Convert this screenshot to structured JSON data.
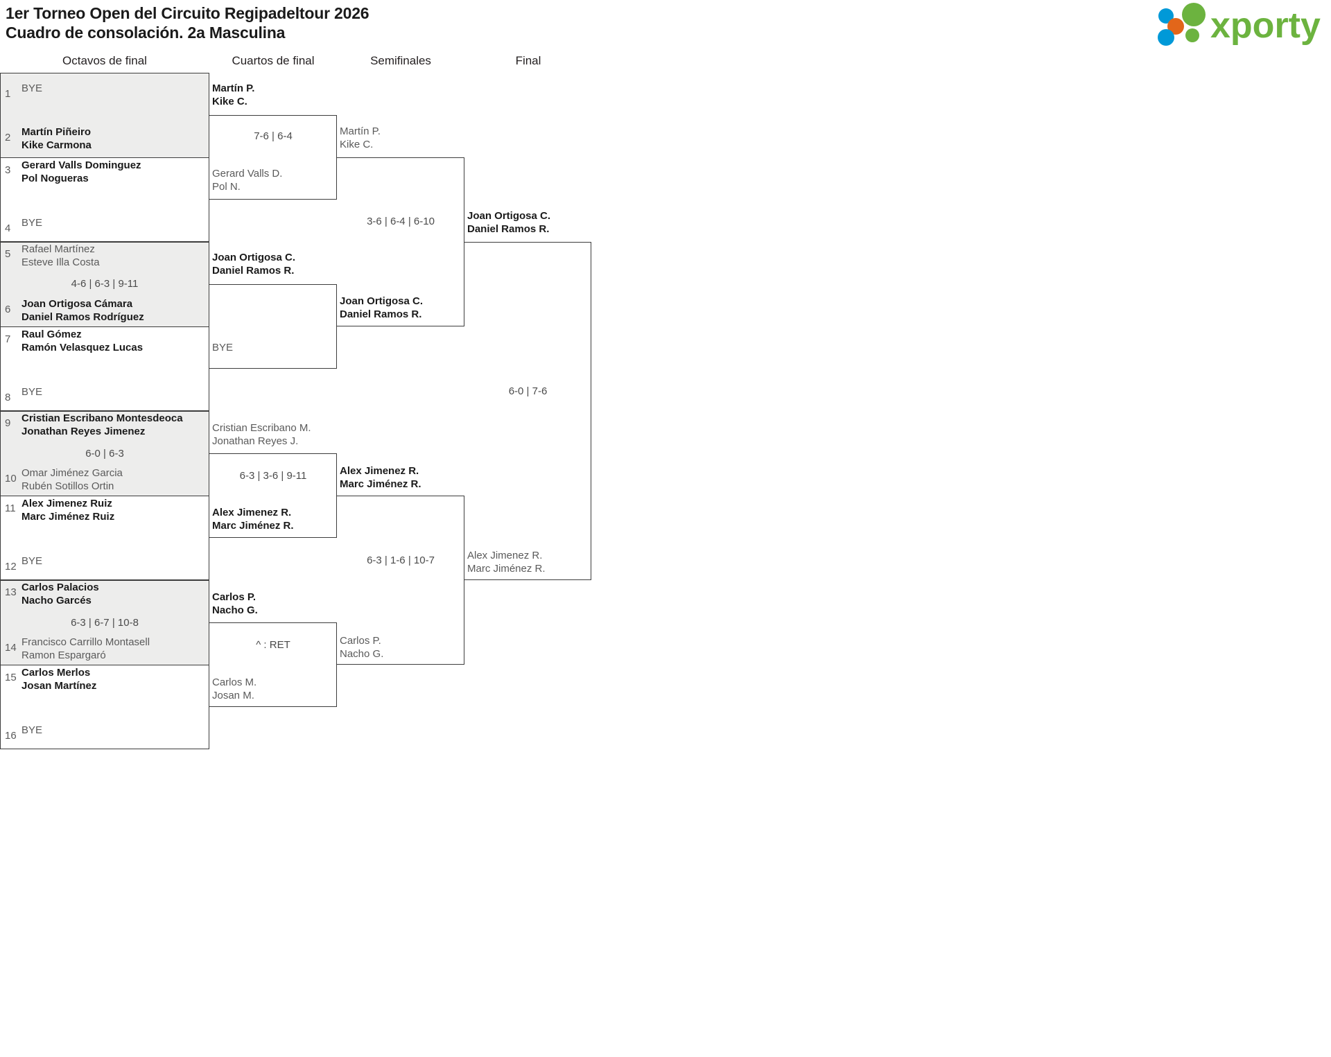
{
  "header": {
    "title_line1": "1er Torneo Open del Circuito Regipadeltour 2026",
    "title_line2": "Cuadro de consolación. 2a Masculina",
    "logo_text": "xporty",
    "logo_colors": {
      "green": "#6cb33f",
      "blue": "#0099d8",
      "orange": "#e2661a"
    }
  },
  "rounds": [
    {
      "label": "Octavos de final"
    },
    {
      "label": "Cuartos de final"
    },
    {
      "label": "Semifinales"
    },
    {
      "label": "Final"
    }
  ],
  "r16": [
    {
      "seed": "1",
      "bye": true,
      "bye_label": "BYE",
      "p1": "",
      "p2": "",
      "winner": false
    },
    {
      "seed": "2",
      "bye": false,
      "p1": "Martín Piñeiro",
      "p2": "Kike Carmona",
      "winner": true
    },
    {
      "seed": "3",
      "bye": false,
      "p1": "Gerard Valls Dominguez",
      "p2": "Pol Nogueras",
      "winner": true
    },
    {
      "seed": "4",
      "bye": true,
      "bye_label": "BYE",
      "p1": "",
      "p2": "",
      "winner": false
    },
    {
      "seed": "5",
      "bye": false,
      "p1": "Rafael Martínez",
      "p2": "Esteve Illa Costa",
      "winner": false
    },
    {
      "seed": "6",
      "bye": false,
      "p1": "Joan Ortigosa Cámara",
      "p2": "Daniel Ramos Rodríguez",
      "winner": true
    },
    {
      "seed": "7",
      "bye": false,
      "p1": "Raul Gómez",
      "p2": "Ramón Velasquez Lucas",
      "winner": true
    },
    {
      "seed": "8",
      "bye": true,
      "bye_label": "BYE",
      "p1": "",
      "p2": "",
      "winner": false
    },
    {
      "seed": "9",
      "bye": false,
      "p1": "Cristian Escribano Montesdeoca",
      "p2": "Jonathan Reyes Jimenez",
      "winner": true
    },
    {
      "seed": "10",
      "bye": false,
      "p1": "Omar Jiménez Garcia",
      "p2": "Rubén Sotillos Ortin",
      "winner": false
    },
    {
      "seed": "11",
      "bye": false,
      "p1": "Alex Jimenez Ruiz",
      "p2": "Marc Jiménez Ruiz",
      "winner": true
    },
    {
      "seed": "12",
      "bye": true,
      "bye_label": "BYE",
      "p1": "",
      "p2": "",
      "winner": false
    },
    {
      "seed": "13",
      "bye": false,
      "p1": "Carlos Palacios",
      "p2": "Nacho Garcés",
      "winner": true
    },
    {
      "seed": "14",
      "bye": false,
      "p1": "Francisco Carrillo Montasell",
      "p2": "Ramon Espargaró",
      "winner": false
    },
    {
      "seed": "15",
      "bye": false,
      "p1": "Carlos Merlos",
      "p2": "Josan Martínez",
      "winner": true
    },
    {
      "seed": "16",
      "bye": true,
      "bye_label": "BYE",
      "p1": "",
      "p2": "",
      "winner": false
    }
  ],
  "r16_scores": [
    {
      "pair": "1-2",
      "score": ""
    },
    {
      "pair": "3-4",
      "score": ""
    },
    {
      "pair": "5-6",
      "score": "4-6 | 6-3 | 9-11"
    },
    {
      "pair": "7-8",
      "score": ""
    },
    {
      "pair": "9-10",
      "score": "6-0 | 6-3"
    },
    {
      "pair": "11-12",
      "score": ""
    },
    {
      "pair": "13-14",
      "score": "6-3 | 6-7 | 10-8"
    },
    {
      "pair": "15-16",
      "score": ""
    }
  ],
  "qf": [
    {
      "id": "qf1-top",
      "p1": "Martín P.",
      "p2": "Kike C.",
      "winner": true
    },
    {
      "id": "qf1-bot",
      "p1": "Gerard Valls D.",
      "p2": "Pol N.",
      "winner": false
    },
    {
      "id": "qf2-top",
      "p1": "Joan Ortigosa C.",
      "p2": "Daniel Ramos R.",
      "winner": true
    },
    {
      "id": "qf2-bot",
      "bye": true,
      "bye_label": "BYE",
      "p1": "",
      "p2": "",
      "winner": false
    },
    {
      "id": "qf3-top",
      "p1": "Cristian Escribano M.",
      "p2": "Jonathan Reyes J.",
      "winner": false
    },
    {
      "id": "qf3-bot",
      "p1": "Alex Jimenez R.",
      "p2": "Marc Jiménez R.",
      "winner": true
    },
    {
      "id": "qf4-top",
      "p1": "Carlos P.",
      "p2": "Nacho G.",
      "winner": true
    },
    {
      "id": "qf4-bot",
      "p1": "Carlos M.",
      "p2": "Josan M.",
      "winner": false
    }
  ],
  "qf_scores": [
    {
      "id": "qf1",
      "score": "7-6 | 6-4"
    },
    {
      "id": "qf2",
      "score": ""
    },
    {
      "id": "qf3",
      "score": "6-3 | 3-6 | 9-11"
    },
    {
      "id": "qf4",
      "score": "^ : RET"
    }
  ],
  "sf": [
    {
      "id": "sf1-top",
      "p1": "Martín P.",
      "p2": "Kike C.",
      "winner": false
    },
    {
      "id": "sf1-bot",
      "p1": "Joan Ortigosa C.",
      "p2": "Daniel Ramos R.",
      "winner": true
    },
    {
      "id": "sf2-top",
      "p1": "Alex Jimenez R.",
      "p2": "Marc Jiménez R.",
      "winner": true
    },
    {
      "id": "sf2-bot",
      "p1": "Carlos P.",
      "p2": "Nacho G.",
      "winner": false
    }
  ],
  "sf_scores": [
    {
      "id": "sf1",
      "score": "3-6 | 6-4 | 6-10"
    },
    {
      "id": "sf2",
      "score": "6-3 | 1-6 | 10-7"
    }
  ],
  "final": [
    {
      "id": "f-top",
      "p1": "Joan Ortigosa C.",
      "p2": "Daniel Ramos R.",
      "winner": true
    },
    {
      "id": "f-bot",
      "p1": "Alex Jimenez R.",
      "p2": "Marc Jiménez R.",
      "winner": false
    }
  ],
  "final_scores": [
    {
      "id": "final",
      "score": "6-0 | 7-6"
    }
  ]
}
